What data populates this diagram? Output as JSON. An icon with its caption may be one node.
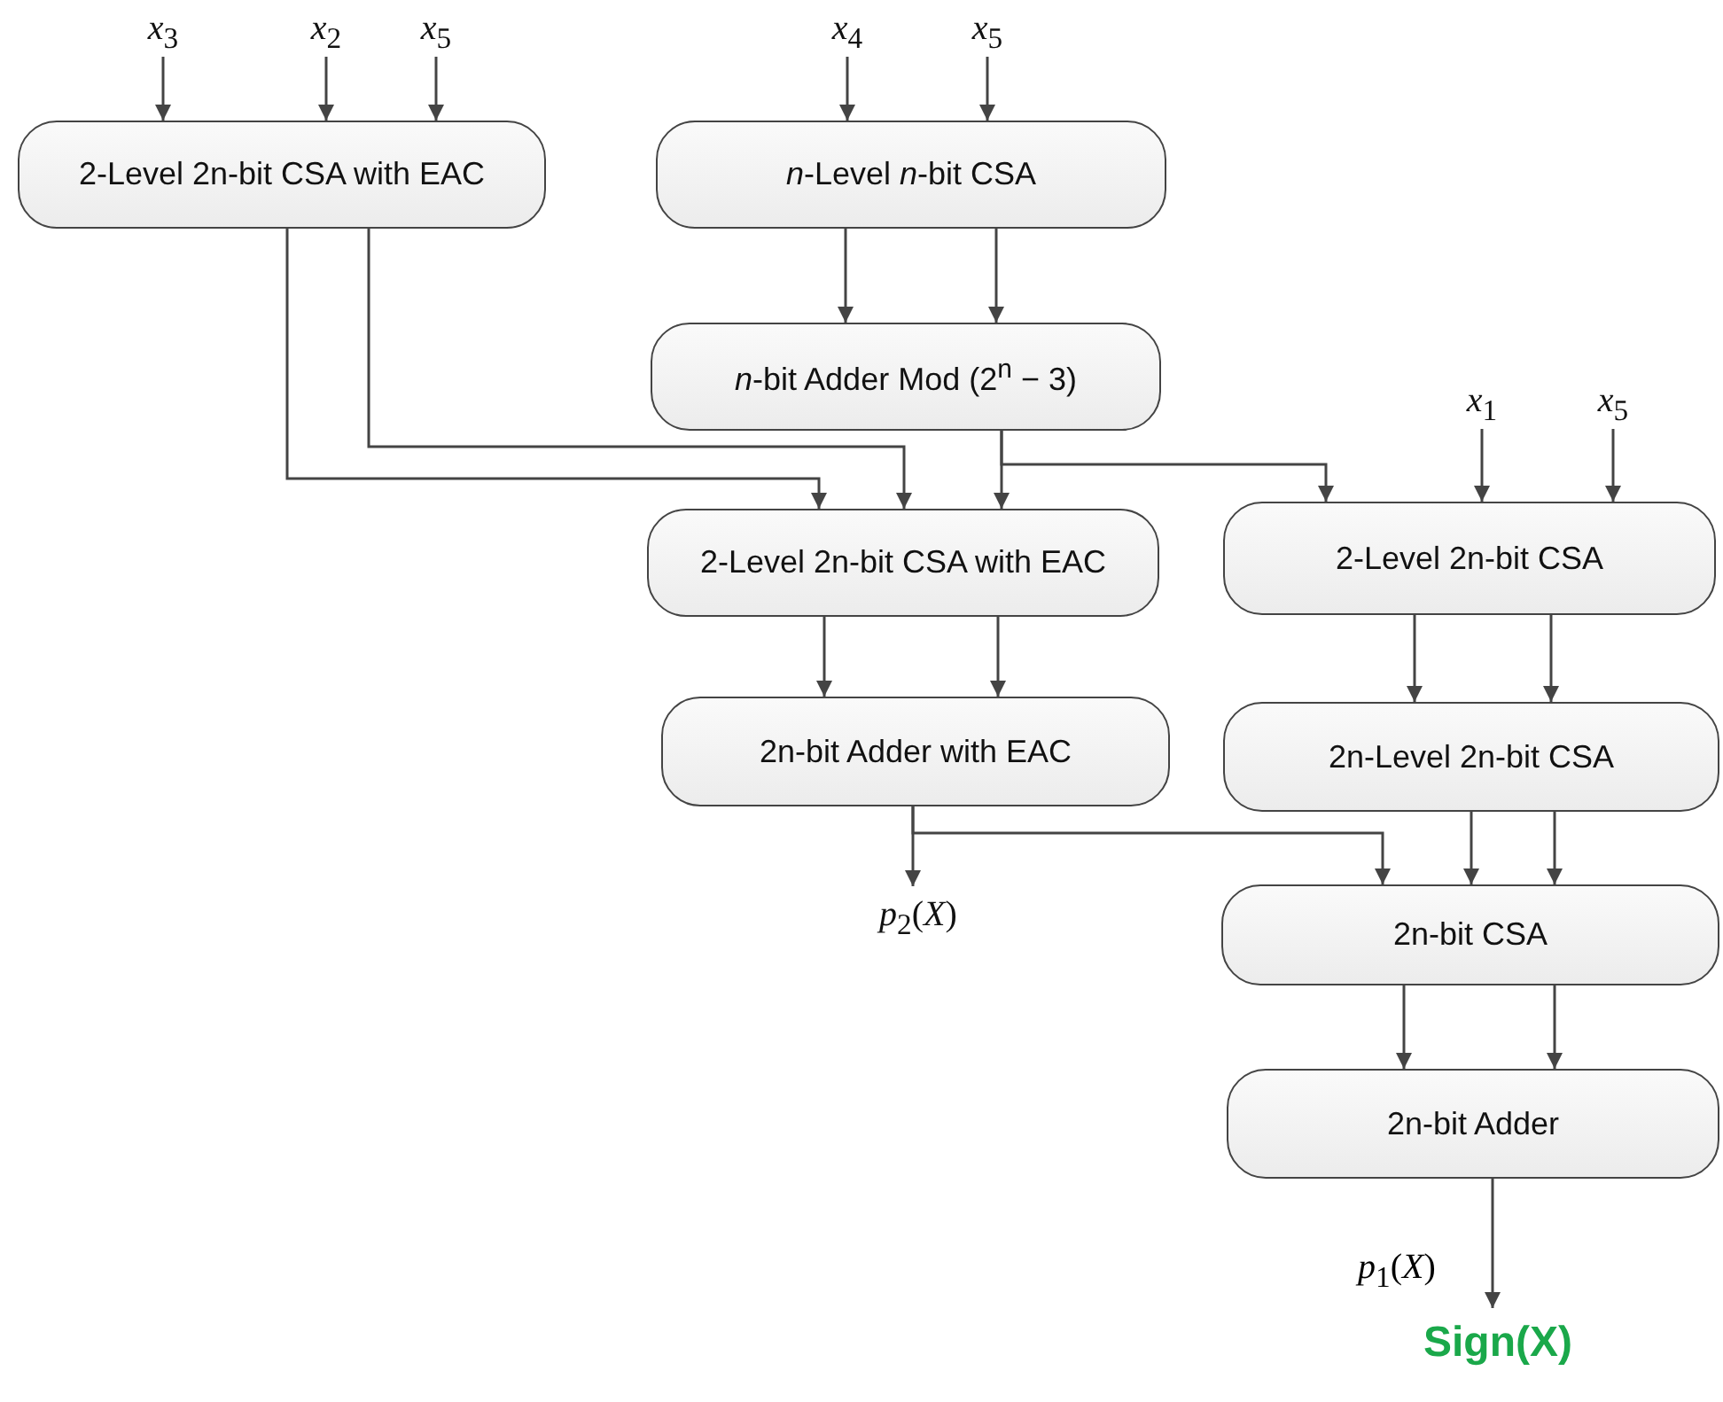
{
  "diagram": {
    "nodes": [
      {
        "text": [
          "*x*$_{3}$"
        ]
      },
      {
        "text": [
          "*x*$_{2}$"
        ]
      },
      {
        "text": [
          "*x*$_{5}$"
        ]
      },
      {
        "text": [
          "*x*$_{4}$"
        ]
      },
      {
        "text": [
          "*x*$_{5}$"
        ]
      },
      {
        "text": [
          "2-Level 2n-bit CSA with EAC"
        ]
      },
      {
        "text": [
          "*n*-Level *n*-bit CSA"
        ]
      },
      {
        "text": [
          "*n*-bit Adder Mod (2$^{n}$ − 3)"
        ]
      },
      {
        "text": [
          "*x*$_{1}$"
        ]
      },
      {
        "text": [
          "*x*$_{5}$"
        ]
      },
      {
        "text": [
          "2-Level 2n-bit CSA with EAC"
        ]
      },
      {
        "text": [
          "2-Level 2n-bit CSA"
        ]
      },
      {
        "text": [
          "2n-bit Adder with EAC"
        ]
      },
      {
        "text": [
          "2n-Level 2n-bit CSA"
        ]
      },
      {
        "text": [
          "*p*$_{2}$(*X*)"
        ]
      },
      {
        "text": [
          "2n-bit CSA"
        ]
      },
      {
        "text": [
          "2n-bit Adder"
        ]
      },
      {
        "text": [
          "Sign(X)"
        ]
      }
    ],
    "edges": [
      {
        "from": 0,
        "to": 5,
        "arrow": "to"
      },
      {
        "from": 1,
        "to": 5,
        "arrow": "to"
      },
      {
        "from": 2,
        "to": 5,
        "arrow": "to"
      },
      {
        "from": 3,
        "to": 6,
        "arrow": "to"
      },
      {
        "from": 4,
        "to": 6,
        "arrow": "to"
      },
      {
        "from": 6,
        "to": 7,
        "arrow": "to"
      },
      {
        "from": 6,
        "to": 7,
        "arrow": "to"
      },
      {
        "from": 5,
        "to": 10,
        "arrow": "to"
      },
      {
        "from": 5,
        "to": 10,
        "arrow": "to"
      },
      {
        "from": 7,
        "to": 10,
        "arrow": "to"
      },
      {
        "from": 7,
        "to": 11,
        "arrow": "to"
      },
      {
        "from": 8,
        "to": 11,
        "arrow": "to"
      },
      {
        "from": 9,
        "to": 11,
        "arrow": "to"
      },
      {
        "from": 10,
        "to": 12,
        "arrow": "to"
      },
      {
        "from": 10,
        "to": 12,
        "arrow": "to"
      },
      {
        "from": 11,
        "to": 13,
        "arrow": "to"
      },
      {
        "from": 11,
        "to": 13,
        "arrow": "to"
      },
      {
        "from": 12,
        "to": 14,
        "arrow": "to"
      },
      {
        "from": 12,
        "to": 15,
        "arrow": "to"
      },
      {
        "from": 13,
        "to": 15,
        "arrow": "to"
      },
      {
        "from": 13,
        "to": 15,
        "arrow": "to"
      },
      {
        "from": 15,
        "to": 16,
        "arrow": "to"
      },
      {
        "from": 15,
        "to": 16,
        "arrow": "to"
      },
      {
        "from": 16,
        "to": 17,
        "arrow": "to",
        "label": "*p*$_{1}$(*X*)"
      }
    ]
  }
}
